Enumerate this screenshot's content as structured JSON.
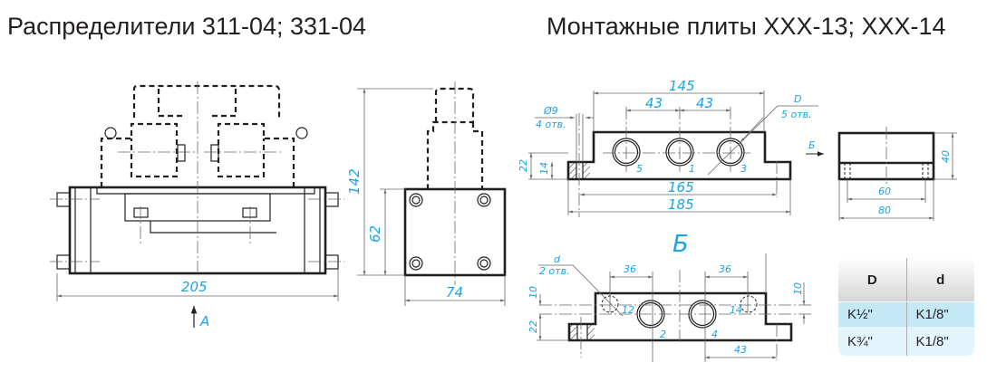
{
  "titles": {
    "left": "Распределители 311-04; 331-04",
    "right": "Монтажные плиты ХХХ-13; ХХХ-14"
  },
  "valve_front": {
    "dim_width": "205",
    "view_arrow": "A"
  },
  "valve_side": {
    "dim_height_total": "142",
    "dim_height_body": "62",
    "dim_width": "74"
  },
  "plate_front": {
    "hole_note": "Ø9",
    "hole_count": "4 отв.",
    "port_note": "D",
    "port_count": "5 отв.",
    "dims": {
      "top": "145",
      "pitch1": "43",
      "pitch2": "43",
      "length1": "165",
      "length2": "185",
      "h1": "22",
      "h2": "14"
    },
    "ports": [
      "5",
      "1",
      "3"
    ]
  },
  "plate_side": {
    "view_label": "Б",
    "dim_h": "40",
    "dim_w1": "60",
    "dim_w2": "80"
  },
  "plate_bottom": {
    "view_title": "Б",
    "hole_note": "d",
    "hole_count": "2 отв.",
    "dims": {
      "left": "36",
      "right": "36",
      "h_left_top": "10",
      "h_left_bottom": "22",
      "h_right": "10",
      "bottom": "43"
    },
    "ports": [
      "12",
      "2",
      "4",
      "14"
    ]
  },
  "table": {
    "headers": [
      "D",
      "d"
    ],
    "rows": [
      [
        "K½\"",
        "K1/8\""
      ],
      [
        "K¾\"",
        "K1/8\""
      ]
    ]
  }
}
